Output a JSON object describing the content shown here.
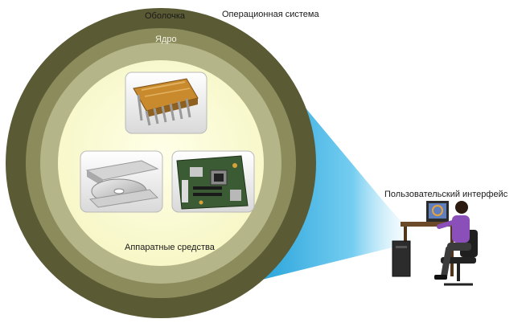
{
  "diagram": {
    "layers": {
      "shell": "Оболочка",
      "kernel": "Ядро",
      "hardware": "Аппаратные средства"
    },
    "os_label": "Операционная система",
    "user_interface_label": "Пользовательский интерфейс"
  },
  "colors": {
    "shell_ring": "#5a5a34",
    "kernel_ring": "#8b8b5c",
    "inner_ring": "#b5b58a",
    "core": "#fbfbd2",
    "beam": "#1aa9e0",
    "chip_gold": "#c98a2e",
    "board_green": "#3b5b34",
    "desk": "#6b4a2a",
    "user_shirt": "#8a4fb8"
  },
  "icons": [
    "cpu-chip-icon",
    "optical-disc-icon",
    "motherboard-icon",
    "computer-user-icon"
  ]
}
